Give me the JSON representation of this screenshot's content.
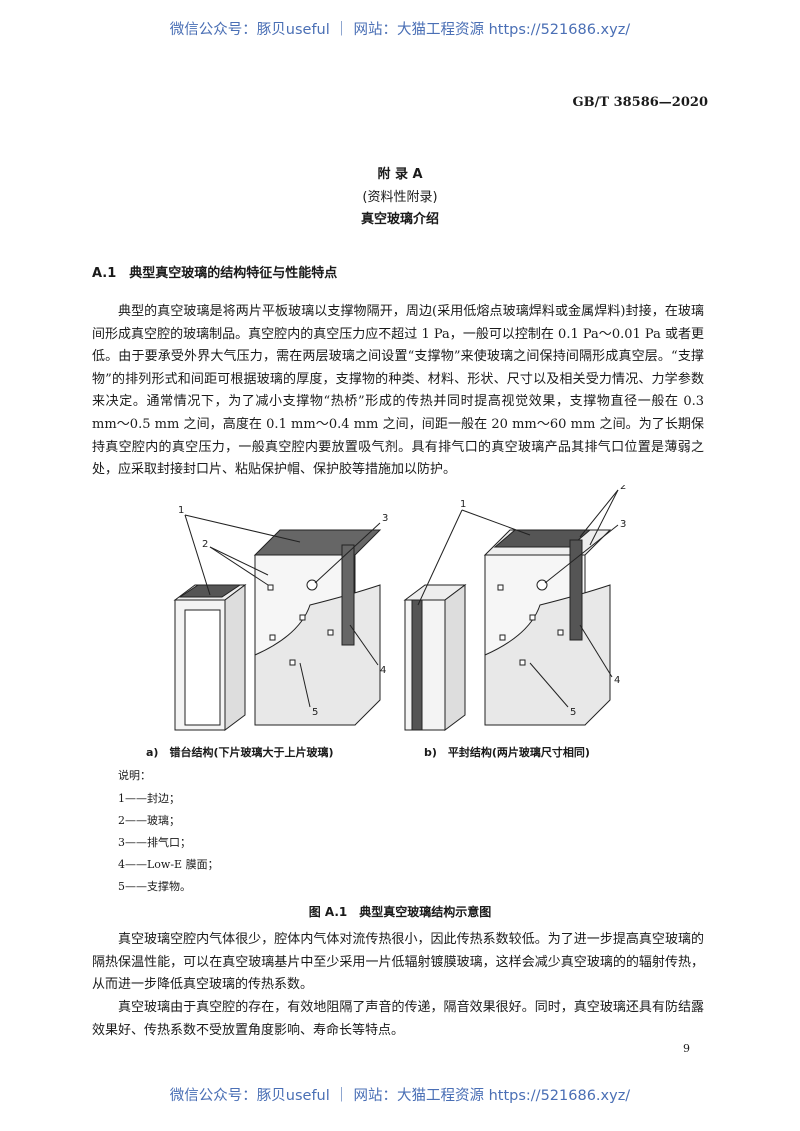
{
  "watermark": "微信公众号：豚贝useful ｜ 网站：大猫工程资源 https://521686.xyz/",
  "standard_number": "GB/T 38586—2020",
  "appendix": {
    "title": "附 录 A",
    "type": "(资料性附录)",
    "name": "真空玻璃介绍"
  },
  "section": {
    "heading": "A.1　典型真空玻璃的结构特征与性能特点"
  },
  "paragraph1": "典型的真空玻璃是将两片平板玻璃以支撑物隔开，周边(采用低熔点玻璃焊料或金属焊料)封接，在玻璃间形成真空腔的玻璃制品。真空腔内的真空压力应不超过 1 Pa，一般可以控制在 0.1 Pa～0.01 Pa 或者更低。由于要承受外界大气压力，需在两层玻璃之间设置“支撑物”来使玻璃之间保持间隔形成真空层。“支撑物”的排列形式和间距可根据玻璃的厚度，支撑物的种类、材料、形状、尺寸以及相关受力情况、力学参数来决定。通常情况下，为了减小支撑物“热桥”形成的传热并同时提高视觉效果，支撑物直径一般在 0.3 mm～0.5 mm 之间，高度在 0.1 mm～0.4 mm 之间，间距一般在 20 mm～60 mm 之间。为了长期保持真空腔内的真空压力，一般真空腔内要放置吸气剂。具有排气口的真空玻璃产品其排气口位置是薄弱之处，应采取封接封口片、粘贴保护帽、保护胶等措施加以防护。",
  "figure": {
    "callouts": [
      "1",
      "2",
      "3",
      "4",
      "5"
    ],
    "caption_a": "a)　错台结构(下片玻璃大于上片玻璃)",
    "caption_b": "b)　平封结构(两片玻璃尺寸相同)",
    "legend_title": "说明：",
    "legend": [
      "1——封边；",
      "2——玻璃；",
      "3——排气口；",
      "4——Low-E 膜面；",
      "5——支撑物。"
    ],
    "title": "图 A.1　典型真空玻璃结构示意图"
  },
  "paragraph2": "真空玻璃空腔内气体很少，腔体内气体对流传热很小，因此传热系数较低。为了进一步提高真空玻璃的隔热保温性能，可以在真空玻璃基片中至少采用一片低辐射镀膜玻璃，这样会减少真空玻璃的的辐射传热，从而进一步降低真空玻璃的传热系数。",
  "paragraph3": "真空玻璃由于真空腔的存在，有效地阻隔了声音的传递，隔音效果很好。同时，真空玻璃还具有防结露效果好、传热系数不受放置角度影响、寿命长等特点。",
  "page_number": "9"
}
